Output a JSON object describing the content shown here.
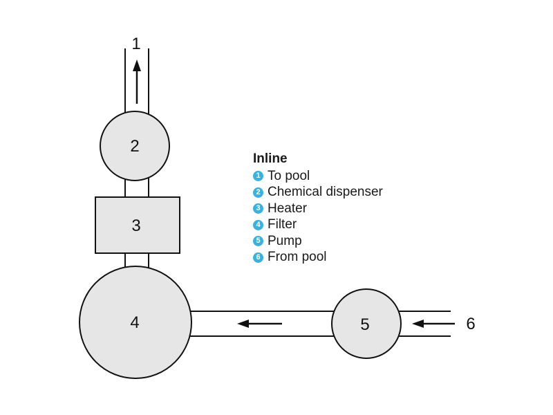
{
  "diagram": {
    "labels": {
      "n1": "1",
      "n2": "2",
      "n3": "3",
      "n4": "4",
      "n5": "5",
      "n6": "6"
    }
  },
  "legend": {
    "title": "Inline",
    "badge_color": "#39b3dd",
    "items": [
      {
        "badge": "1",
        "text": "To pool"
      },
      {
        "badge": "2",
        "text": "Chemical dispenser"
      },
      {
        "badge": "3",
        "text": "Heater"
      },
      {
        "badge": "4",
        "text": "Filter"
      },
      {
        "badge": "5",
        "text": "Pump"
      },
      {
        "badge": "6",
        "text": "From pool"
      }
    ]
  },
  "colors": {
    "fill": "#e6e6e6",
    "stroke": "#111111"
  }
}
